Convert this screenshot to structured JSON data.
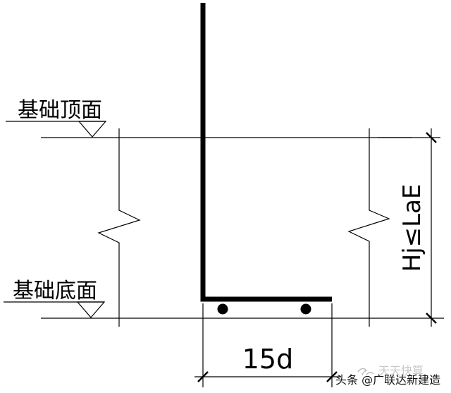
{
  "labels": {
    "foundation_top": "基础顶面",
    "foundation_bottom": "基础底面",
    "anchorage_dimension": "Hj≤LaE",
    "bend_length": "15d"
  },
  "watermark": {
    "faint_text": "天天快算",
    "source_text": "头条 @广联达新建造"
  },
  "colors": {
    "line": "#000000",
    "background": "#ffffff"
  },
  "icons": {
    "watermark_logo": "swirl-logo-icon"
  }
}
